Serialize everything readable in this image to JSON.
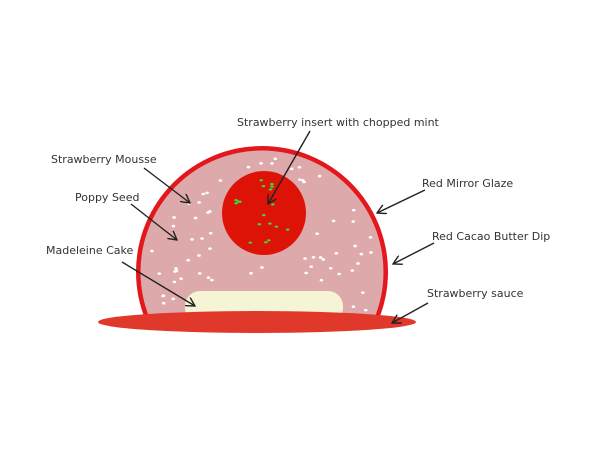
{
  "labels": {
    "insert": "Strawberry insert with chopped mint",
    "mousse": "Strawberry Mousse",
    "poppy": "Poppy Seed",
    "cake": "Madeleine Cake",
    "glaze": "Red Mirror Glaze",
    "dip": "Red Cacao Butter Dip",
    "sauce": "Strawberry sauce"
  },
  "colors": {
    "glaze": "#e3171c",
    "mousse": "#dda9aa",
    "insert": "#dd1308",
    "mint": "#3ed83e",
    "cake": "#f5f5d6",
    "sauce": "#e0392c",
    "arrow": "#222222"
  }
}
